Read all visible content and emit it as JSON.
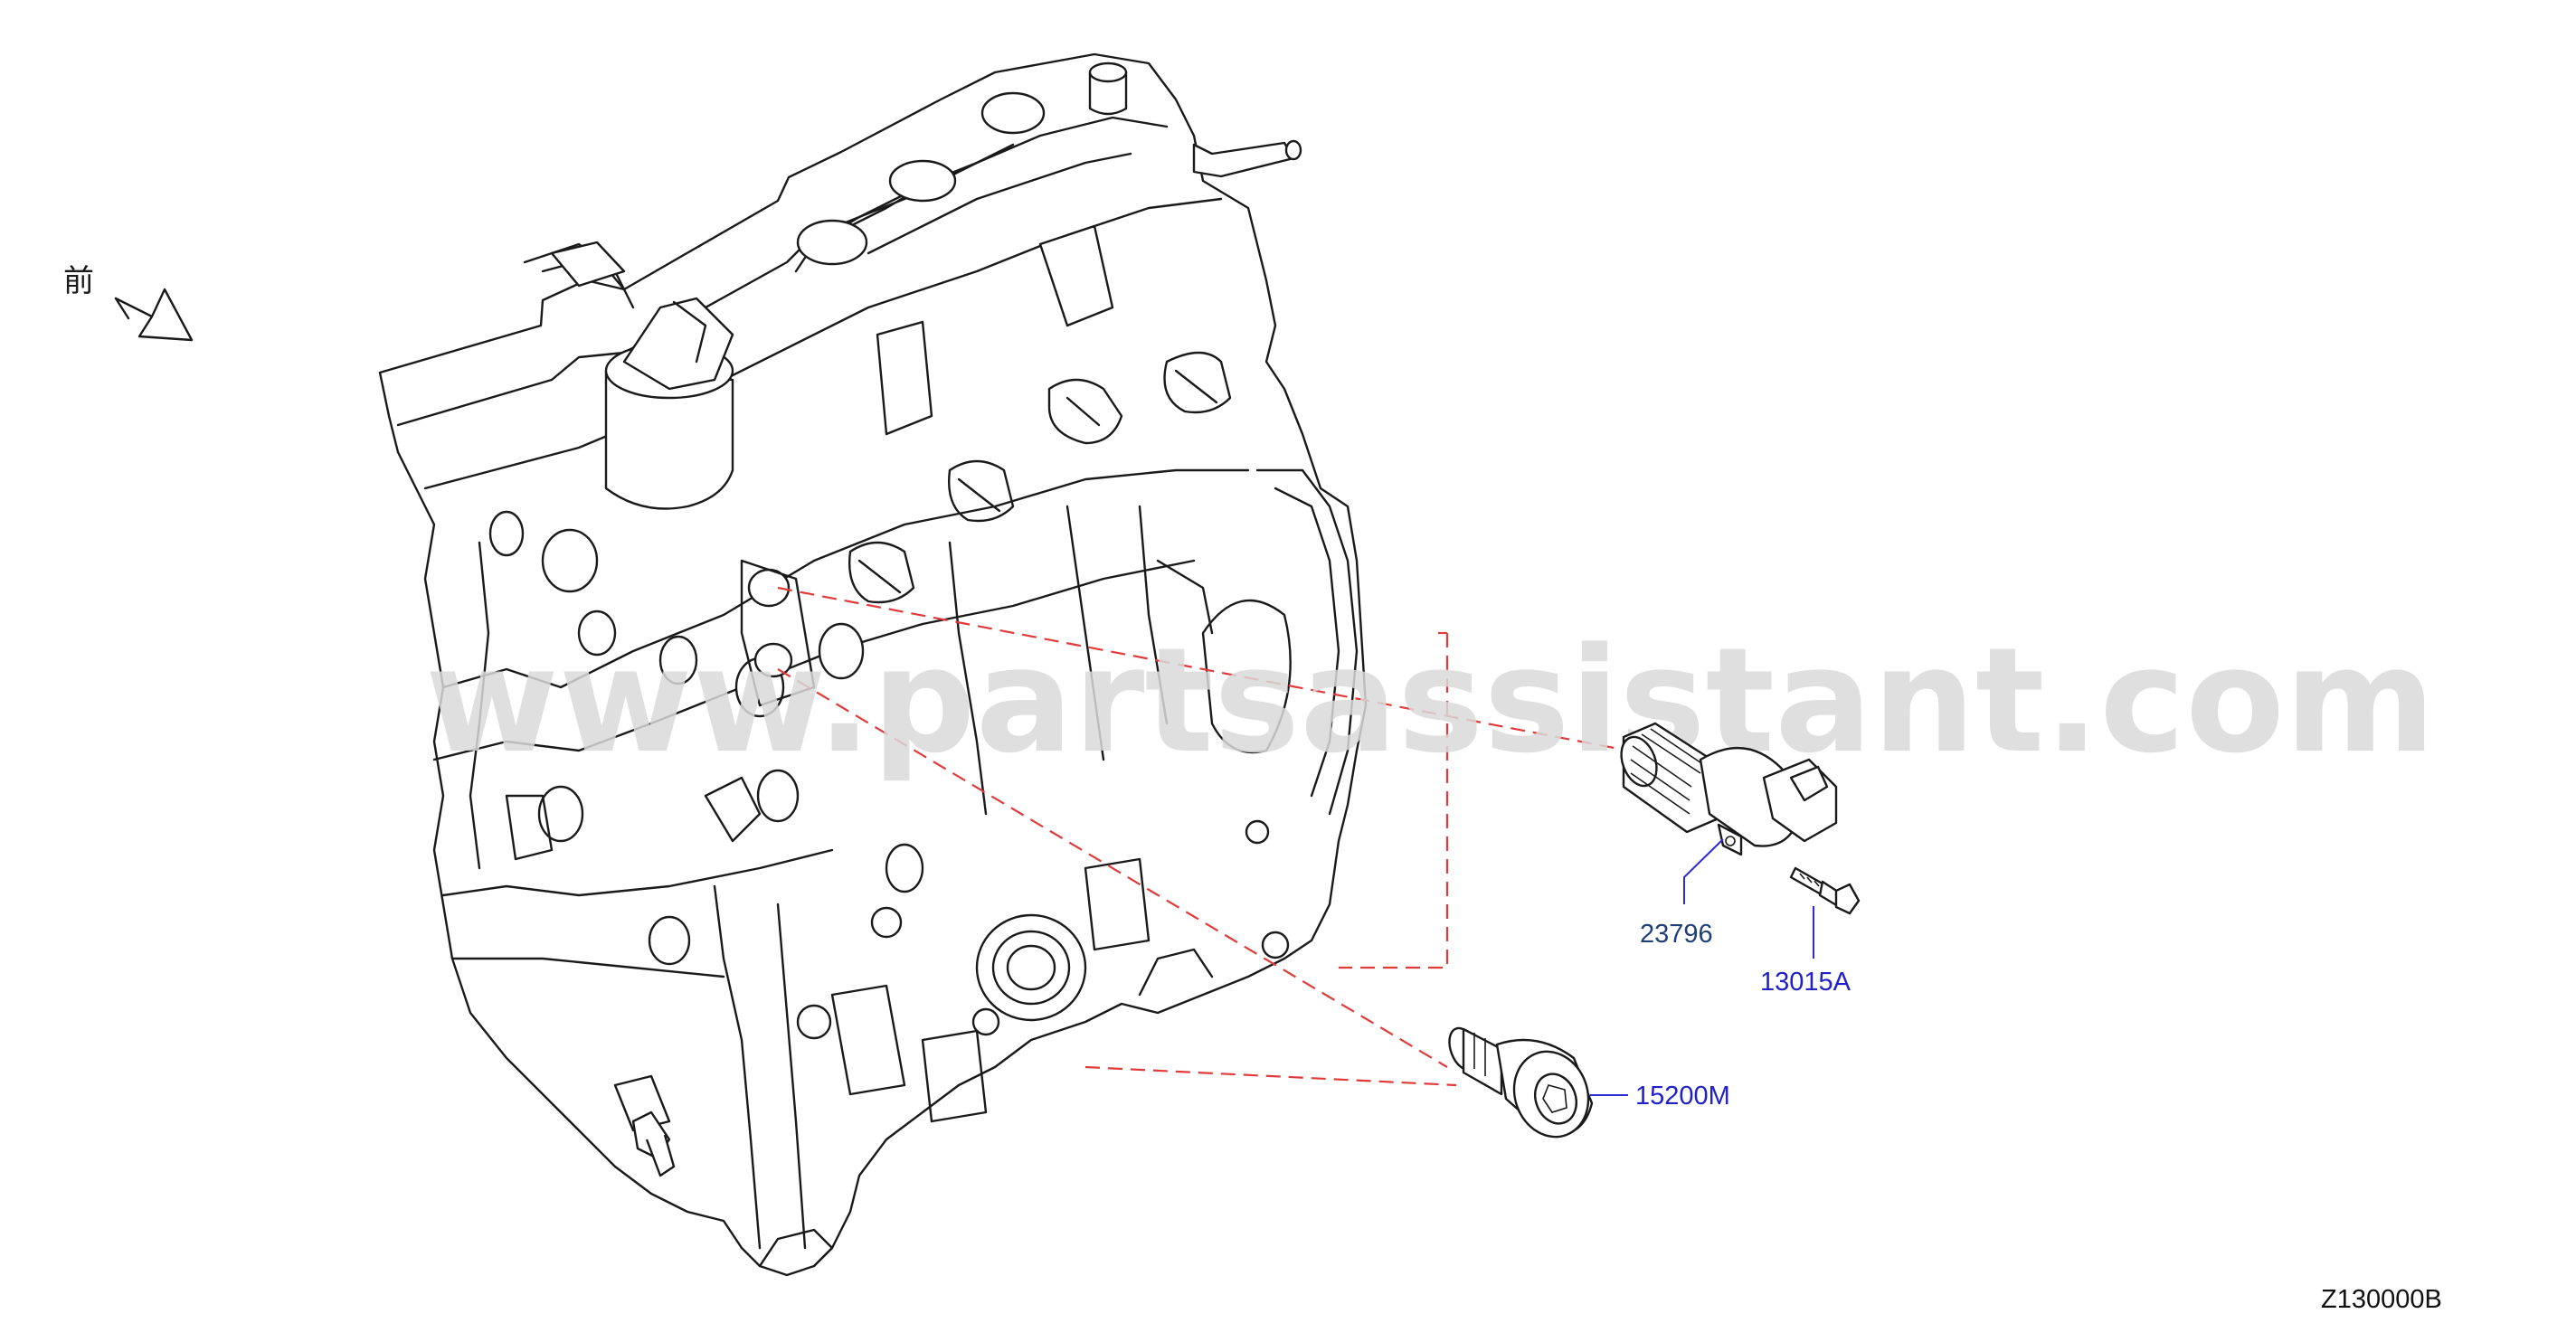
{
  "diagram": {
    "front_marker": "前",
    "watermark": "www.partsassistant.com",
    "diagram_code": "Z130000B",
    "colors": {
      "outline": "#1a1a1a",
      "dash_line": "#e03a3a",
      "part_label": "#2020c8",
      "primary_label": "#1e3f7a"
    },
    "parts": [
      {
        "number": "23796"
      },
      {
        "number": "13015A"
      },
      {
        "number": "15200M"
      }
    ]
  }
}
